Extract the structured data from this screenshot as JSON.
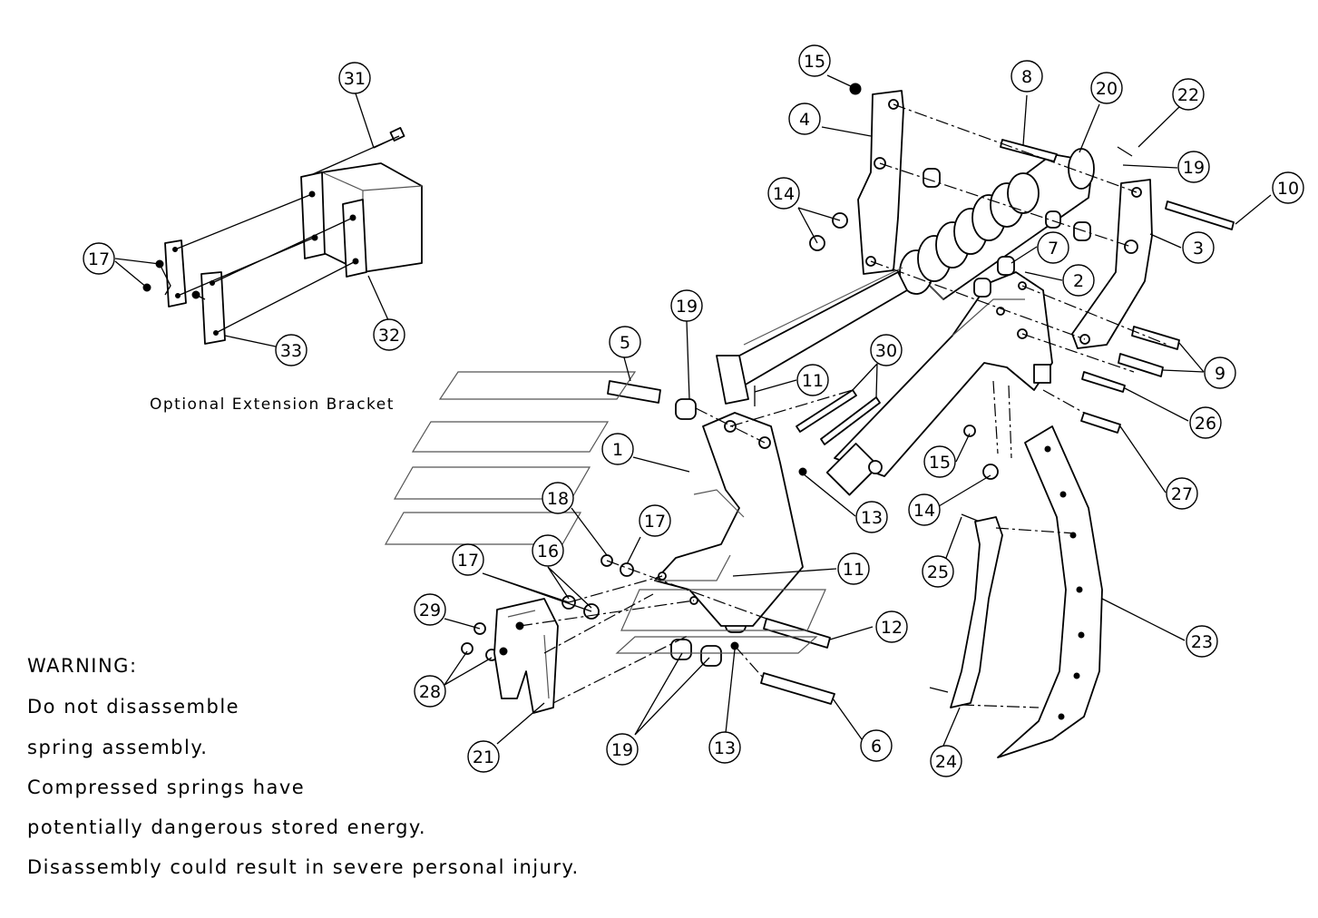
{
  "caption": "Optional Extension Bracket",
  "warning": {
    "title": "WARNING:",
    "lines": [
      "Do not disassemble",
      "spring assembly.",
      "Compressed springs have",
      "potentially dangerous stored energy.",
      "Disassembly could result in severe personal injury."
    ]
  },
  "callouts": [
    "31",
    "17",
    "32",
    "33",
    "15",
    "8",
    "20",
    "22",
    "4",
    "19",
    "14",
    "10",
    "7",
    "3",
    "2",
    "5",
    "19",
    "11",
    "30",
    "9",
    "1",
    "26",
    "15",
    "27",
    "18",
    "17",
    "13",
    "14",
    "16",
    "17",
    "11",
    "25",
    "29",
    "12",
    "23",
    "28",
    "21",
    "19",
    "13",
    "6",
    "24"
  ]
}
